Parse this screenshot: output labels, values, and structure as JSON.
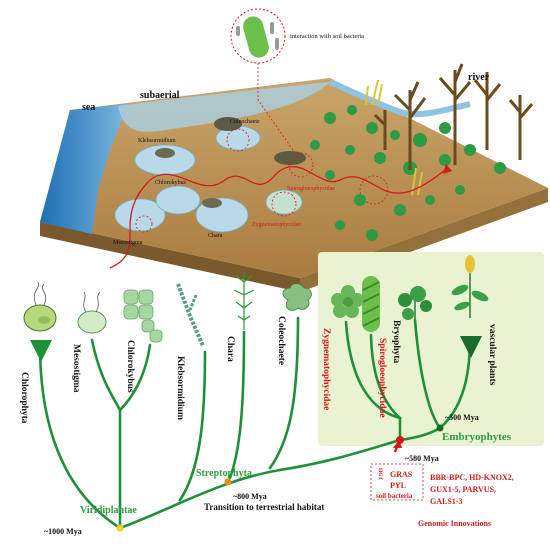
{
  "landscape": {
    "sea": "sea",
    "subaerial": "subaerial",
    "river": "river",
    "interaction": "interaction with soil bacteria",
    "places": {
      "klebsormidium": "Klebsormidium",
      "coleochaete": "Coleochaete",
      "chlorokybus": "Chlorokybus",
      "chara": "Chara",
      "mesostigma": "Mesostigma",
      "spirogloeophycidae": "Spirogloeophycidae",
      "zygnematophycidae": "Zygnematophycidae"
    }
  },
  "taxa": {
    "chlorophyta": "Chlorophyta",
    "mesostigma": "Mesostigma",
    "chlorokybus": "Chlorokybus",
    "klebsormidium": "Klebsormidium",
    "chara": "Chara",
    "coleochaete": "Coleochaete",
    "zygnematophycidae": "Zygnematophycidae",
    "spirogloeophycidae": "Spirogloeophycidae",
    "bryophyta": "Bryophyta",
    "vascular": "vascular plants"
  },
  "clades": {
    "embryophytes": "Embryophytes",
    "streptophyta": "Streptophyta",
    "viridiplantae": "Viridiplantae"
  },
  "times": {
    "t500": "~500 Mya",
    "t580": "~580 Mya",
    "t800": "~800 Mya",
    "t1000": "~1000 Mya"
  },
  "events": {
    "transition": "Transition to terrestrial habitat",
    "hgt": "HGT",
    "gras": "GRAS",
    "pyl": "PYL",
    "soil_bacteria": "soil bacteria",
    "genes": [
      "BBR-BPC, HD-KNOX2,",
      "GUX1-5, PARVUS,",
      "GALS1-3"
    ],
    "genomic_innovations": "Genomic Innovations"
  },
  "colors": {
    "tree": "#1f8f3a",
    "accent_red": "#d21a1a",
    "clade_green": "#2e9c3e",
    "embryo_box": "#e9f3d2",
    "node_orange": "#f08a1c"
  }
}
